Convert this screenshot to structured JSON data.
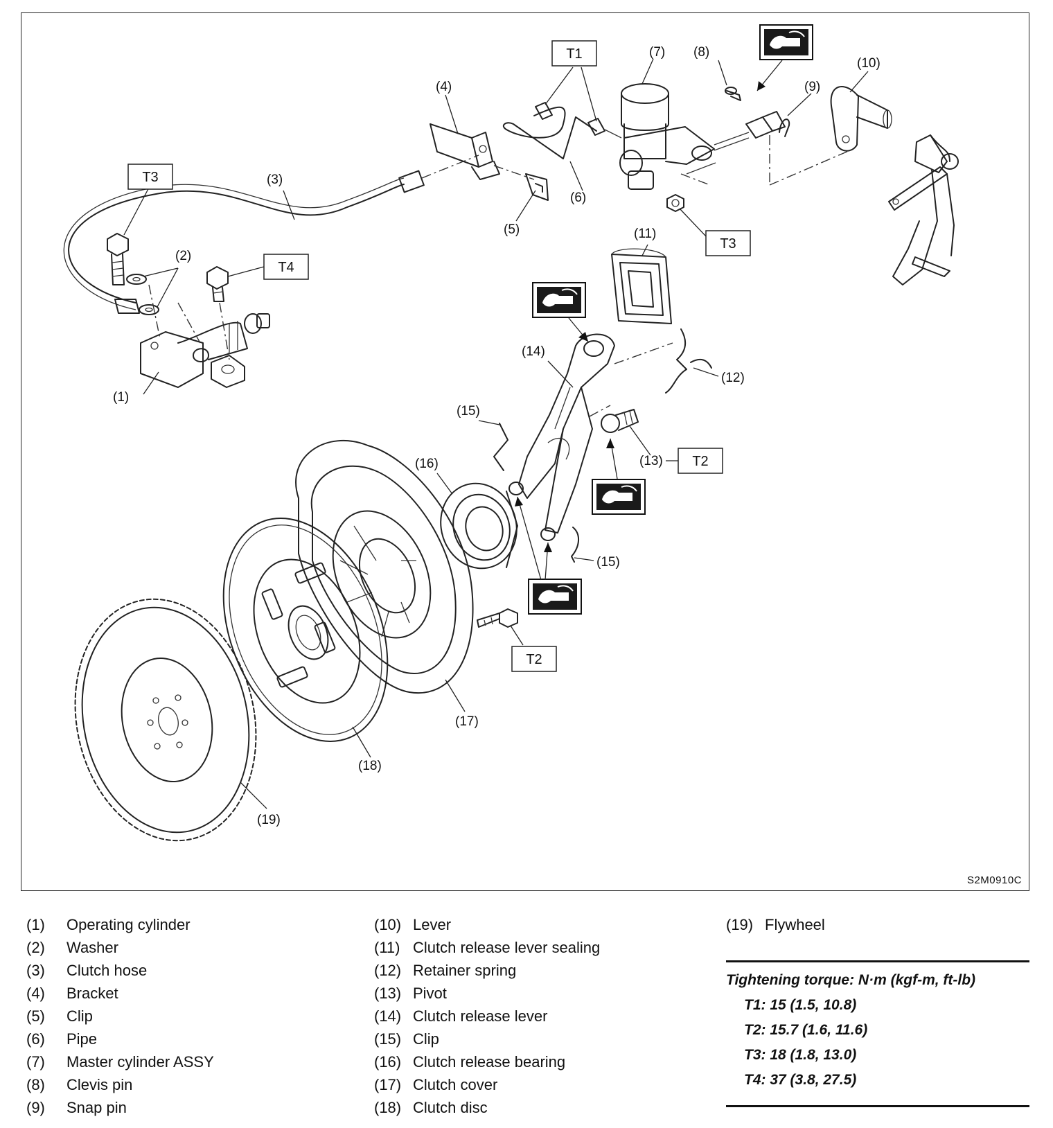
{
  "figure": {
    "callouts": [
      "(1)",
      "(2)",
      "(3)",
      "(4)",
      "(5)",
      "(6)",
      "(7)",
      "(8)",
      "(9)",
      "(10)",
      "(11)",
      "(12)",
      "(13)",
      "(14)",
      "(15)",
      "(15)",
      "(16)",
      "(17)",
      "(18)",
      "(19)"
    ],
    "torque_tags": [
      "T1",
      "T3",
      "T4",
      "T3",
      "T2",
      "T2"
    ],
    "figure_code": "S2M0910C"
  },
  "legend": {
    "col1": [
      {
        "num": "(1)",
        "name": "Operating cylinder"
      },
      {
        "num": "(2)",
        "name": "Washer"
      },
      {
        "num": "(3)",
        "name": "Clutch hose"
      },
      {
        "num": "(4)",
        "name": "Bracket"
      },
      {
        "num": "(5)",
        "name": "Clip"
      },
      {
        "num": "(6)",
        "name": "Pipe"
      },
      {
        "num": "(7)",
        "name": "Master cylinder ASSY"
      },
      {
        "num": "(8)",
        "name": "Clevis pin"
      },
      {
        "num": "(9)",
        "name": "Snap pin"
      }
    ],
    "col2": [
      {
        "num": "(10)",
        "name": "Lever"
      },
      {
        "num": "(11)",
        "name": "Clutch release lever sealing"
      },
      {
        "num": "(12)",
        "name": "Retainer spring"
      },
      {
        "num": "(13)",
        "name": "Pivot"
      },
      {
        "num": "(14)",
        "name": "Clutch release lever"
      },
      {
        "num": "(15)",
        "name": "Clip"
      },
      {
        "num": "(16)",
        "name": "Clutch release bearing"
      },
      {
        "num": "(17)",
        "name": "Clutch cover"
      },
      {
        "num": "(18)",
        "name": "Clutch disc"
      }
    ],
    "col3": [
      {
        "num": "(19)",
        "name": "Flywheel"
      }
    ]
  },
  "torque": {
    "heading": "Tightening torque: N·m (kgf-m, ft-lb)",
    "items": [
      "T1: 15 (1.5, 10.8)",
      "T2: 15.7 (1.6, 11.6)",
      "T3: 18 (1.8, 13.0)",
      "T4: 37 (3.8, 27.5)"
    ]
  }
}
